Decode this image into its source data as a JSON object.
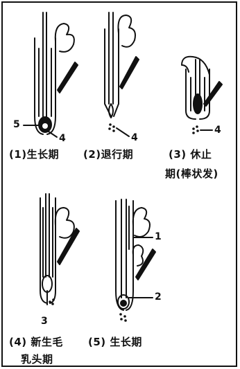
{
  "captions": {
    "stage1": "(1)生长期",
    "stage2": "(2)退行期",
    "stage3_line1": "(3) 休止",
    "stage3_line2": "期(棒状发)",
    "stage4_line1": "(4) 新生毛",
    "stage4_line2": "乳头期",
    "stage5": "(5) 生长期"
  },
  "markers": {
    "m5": "5",
    "m4a": "4",
    "m4b": "4",
    "m4c": "4",
    "m3": "3",
    "m1": "1",
    "m2": "2"
  },
  "colors": {
    "ink": "#111111",
    "paper": "#ffffff"
  }
}
